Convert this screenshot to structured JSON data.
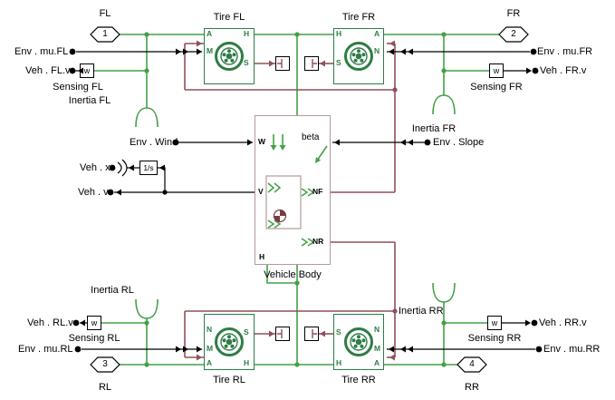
{
  "colors": {
    "conserving_green": "#43a047",
    "dark_green": "#2e7d45",
    "maroon": "#8f5158",
    "body_border": "#b59a9a",
    "cg_red": "#7a3b41",
    "signal_black": "#000000"
  },
  "ports": {
    "p1": {
      "number": "1",
      "label": "FL"
    },
    "p2": {
      "number": "2",
      "label": "FR"
    },
    "p3": {
      "number": "3",
      "label": "RL"
    },
    "p4": {
      "number": "4",
      "label": "RR"
    }
  },
  "tires": {
    "fl": "Tire FL",
    "fr": "Tire FR",
    "rl": "Tire RL",
    "rr": "Tire RR"
  },
  "tire_port_letters": {
    "a": "A",
    "m": "M",
    "n": "N",
    "h": "H",
    "s": "S"
  },
  "vehicle_body": {
    "name": "Vehicle Body",
    "port_w": "W",
    "port_v": "V",
    "port_h": "H",
    "port_nf": "NF",
    "port_nr": "NR",
    "port_beta": "beta"
  },
  "connection_labels": {
    "env_mu_fl": "Env . mu.FL",
    "veh_fl_v": "Veh . FL.v",
    "env_wind": "Env . Wind",
    "veh_x": "Veh . x",
    "veh_v": "Veh . v",
    "env_slope": "Env . Slope",
    "env_mu_fr": "Env . mu.FR",
    "veh_fr_v": "Veh . FR.v",
    "veh_rl_v": "Veh . RL.v",
    "env_mu_rl": "Env . mu.RL",
    "veh_rr_v": "Veh . RR.v",
    "env_mu_rr": "Env . mu.RR"
  },
  "annotations": {
    "sensing_fl": "Sensing FL",
    "inertia_fl": "Inertia FL",
    "inertia_fr": "Inertia FR",
    "sensing_fr": "Sensing FR",
    "inertia_rl": "Inertia RL",
    "sensing_rl": "Sensing RL",
    "inertia_rr": "Inertia RR",
    "sensing_rr": "Sensing RR"
  },
  "blocks": {
    "integrator": "1/s",
    "speed_sensor": "w"
  }
}
